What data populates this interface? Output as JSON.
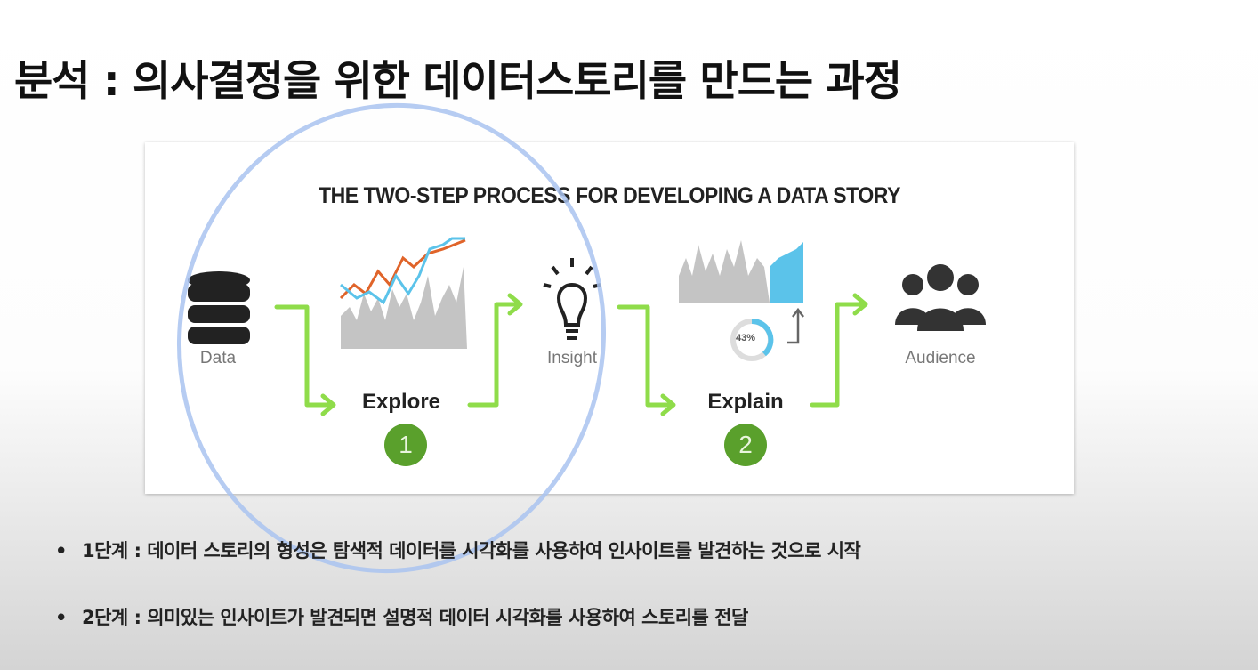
{
  "slide": {
    "title": "분석 : 의사결정을 위한 데이터스토리를 만드는 과정",
    "diagram": {
      "title": "THE TWO-STEP PROCESS FOR DEVELOPING A DATA STORY",
      "nodes": [
        {
          "label": "Data",
          "icon": "database-icon"
        },
        {
          "label": "Insight",
          "icon": "lightbulb-icon"
        },
        {
          "label": "Audience",
          "icon": "audience-icon"
        }
      ],
      "steps": [
        {
          "label": "Explore",
          "number": "1",
          "icon": "line-chart-icon"
        },
        {
          "label": "Explain",
          "number": "2",
          "icon": "bar-chart-icon",
          "donut_value": "43%"
        }
      ],
      "colors": {
        "arrow": "#8fdc4a",
        "step_badge": "#5aa02c",
        "orange": "#e0642a",
        "blue": "#5bc3ea",
        "gray": "#c4c4c4",
        "annotation": "#a9c3f0"
      }
    },
    "bullets": [
      "1단계 : 데이터 스토리의 형성은 탐색적 데이터를 시각화를 사용하여 인사이트를 발견하는 것으로 시작",
      "2단계 : 의미있는 인사이트가 발견되면 설명적 데이터 시각화를 사용하여 스토리를 전달"
    ]
  }
}
